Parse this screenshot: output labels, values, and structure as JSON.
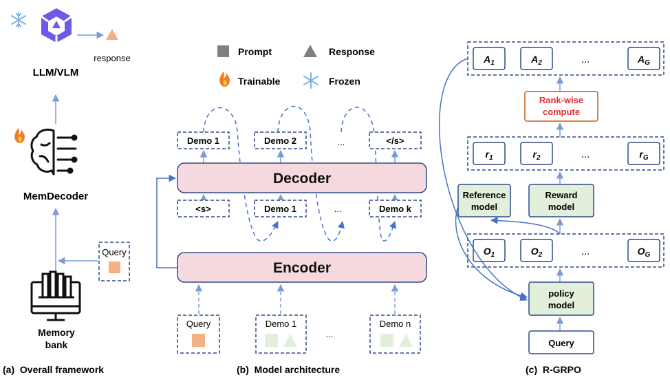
{
  "panel_a": {
    "response": "response",
    "llm": "LLM/VLM",
    "memdecoder": "MemDecoder",
    "query": "Query",
    "memory_bank_line1": "Memory",
    "memory_bank_line2": "bank",
    "caption": "(a)  Overall framework"
  },
  "panel_b": {
    "legend": {
      "prompt": "Prompt",
      "response": "Response",
      "trainable": "Trainable",
      "frozen": "Frozen"
    },
    "decoder": "Decoder",
    "encoder": "Encoder",
    "decoder_outputs": [
      "Demo 1",
      "Demo 2",
      "...",
      "</s>"
    ],
    "decoder_inputs": [
      "<s>",
      "Demo 1",
      "...",
      "Demo k"
    ],
    "encoder_inputs": [
      "Query",
      "Demo 1",
      "...",
      "Demo n"
    ],
    "caption": "(b)  Model architecture"
  },
  "panel_c": {
    "advantages": [
      "A",
      "A",
      "...",
      "A"
    ],
    "advantage_subs": [
      "1",
      "2",
      "",
      "G"
    ],
    "rank_line1": "Rank-wise",
    "rank_line2": "compute",
    "rewards": [
      "r",
      "r",
      "...",
      "r"
    ],
    "reward_subs": [
      "1",
      "2",
      "",
      "G"
    ],
    "reference_line1": "Reference",
    "reference_line2": "model",
    "reward_model_line1": "Reward",
    "reward_model_line2": "model",
    "outputs": [
      "O",
      "O",
      "...",
      "O"
    ],
    "output_subs": [
      "1",
      "2",
      "",
      "G"
    ],
    "policy_line1": "policy",
    "policy_line2": "model",
    "query": "Query",
    "caption": "(c)  R-GRPO"
  },
  "colors": {
    "dash_blue": "#2E4A8C",
    "arrow_blue": "#7C9BD6",
    "pink_fill": "#F6D9DE",
    "green_fill": "#E2EFDA",
    "orange_square": "#F4B183",
    "light_green": "#E2EFDA",
    "rank_border": "#C55A11",
    "rank_text": "#E03030",
    "logo_purple": "#6B5BE8"
  }
}
